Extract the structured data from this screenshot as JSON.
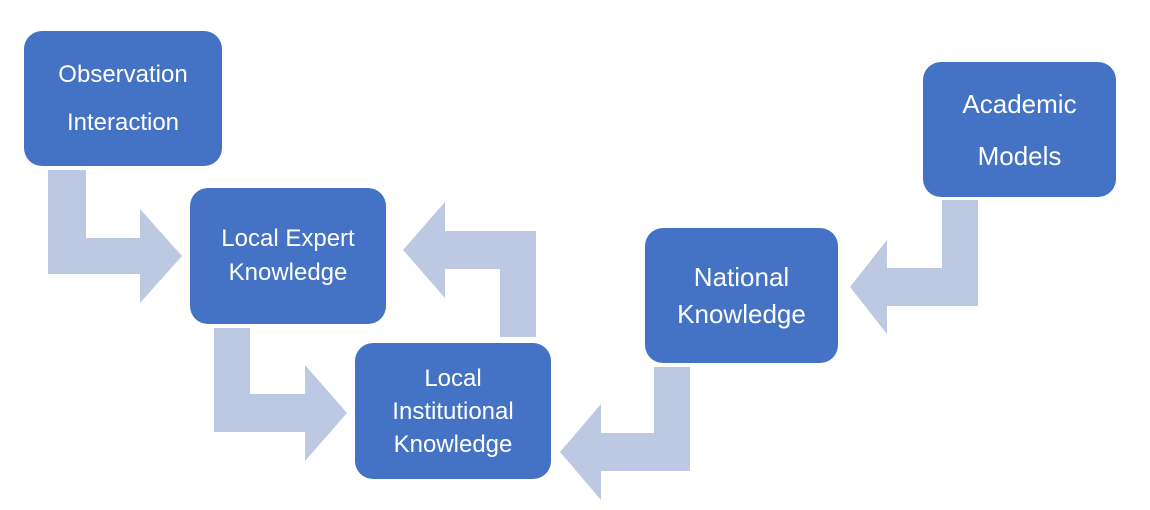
{
  "diagram": {
    "nodes": {
      "observation": {
        "lines": [
          "Observation",
          "Interaction"
        ]
      },
      "local_expert": {
        "lines": [
          "Local Expert",
          "Knowledge"
        ]
      },
      "institutional": {
        "lines": [
          "Local",
          "Institutional",
          "Knowledge"
        ]
      },
      "national": {
        "lines": [
          "National",
          "Knowledge"
        ]
      },
      "academic": {
        "lines": [
          "Academic",
          "Models"
        ]
      }
    },
    "edges": [
      {
        "from": "observation",
        "to": "local_expert"
      },
      {
        "from": "local_expert",
        "to": "institutional"
      },
      {
        "from": "institutional",
        "to": "local_expert"
      },
      {
        "from": "academic",
        "to": "national"
      },
      {
        "from": "national",
        "to": "institutional"
      }
    ],
    "colors": {
      "node_fill": "#4472C4",
      "node_text": "#FFFFFF",
      "arrow_fill": "#BDC8E2"
    }
  }
}
